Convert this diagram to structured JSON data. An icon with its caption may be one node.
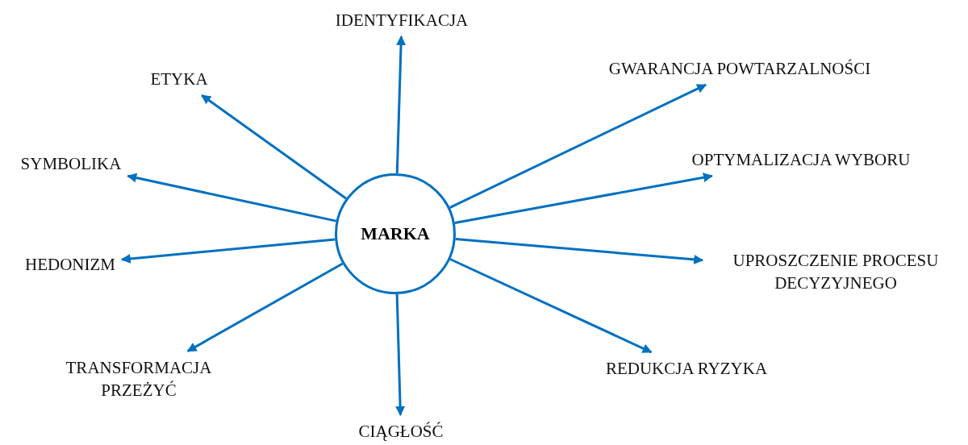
{
  "diagram": {
    "nodes": [
      {
        "text": [
          "MARKA"
        ]
      },
      {
        "text": [
          "IDENTYFIKACJA"
        ]
      },
      {
        "text": [
          "ETYKA"
        ]
      },
      {
        "text": [
          "GWARANCJA POWTARZALNOŚCI"
        ]
      },
      {
        "text": [
          "SYMBOLIKA"
        ]
      },
      {
        "text": [
          "OPTYMALIZACJA WYBORU"
        ]
      },
      {
        "text": [
          "HEDONIZM"
        ]
      },
      {
        "text": [
          "UPROSZCZENIE PROCESU DECYZYJNEGO"
        ]
      },
      {
        "text": [
          "TRANSFORMACJA PRZEŻYĆ"
        ]
      },
      {
        "text": [
          "REDUKCJA RYZYKA"
        ]
      },
      {
        "text": [
          "CIĄGŁOŚĆ"
        ]
      }
    ],
    "edges": [
      {
        "from": 0,
        "to": 1,
        "arrow": "to"
      },
      {
        "from": 0,
        "to": 2,
        "arrow": "to"
      },
      {
        "from": 0,
        "to": 3,
        "arrow": "to"
      },
      {
        "from": 0,
        "to": 4,
        "arrow": "to"
      },
      {
        "from": 0,
        "to": 5,
        "arrow": "to"
      },
      {
        "from": 0,
        "to": 6,
        "arrow": "to"
      },
      {
        "from": 0,
        "to": 7,
        "arrow": "to"
      },
      {
        "from": 0,
        "to": 8,
        "arrow": "to"
      },
      {
        "from": 0,
        "to": 9,
        "arrow": "to"
      },
      {
        "from": 0,
        "to": 10,
        "arrow": "to"
      }
    ]
  }
}
